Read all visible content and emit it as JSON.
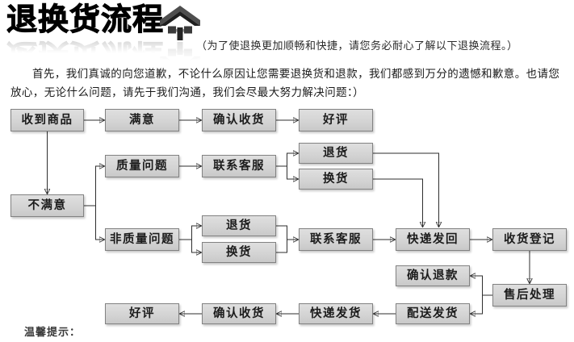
{
  "header": {
    "title": "退换货流程",
    "subtitle": "（为了使退换更加顺畅和快捷，请您务必耐心了解以下退换流程。）"
  },
  "intro": "首先，我们真诚的向您道歉，不论什么原因让您需要退换货和退款，我们都感到万分的遗憾和歉意。也请您放心，无论什么问题，请先于我们沟通，我们会尽最大努力解决问题：）",
  "flowchart": {
    "nodes": {
      "received": {
        "label": "收到商品"
      },
      "satisfied": {
        "label": "满意"
      },
      "confirm_receipt_top": {
        "label": "确认收货"
      },
      "praise_top": {
        "label": "好评"
      },
      "quality_issue": {
        "label": "质量问题"
      },
      "contact_service_1": {
        "label": "联系客服"
      },
      "return_1": {
        "label": "退货"
      },
      "exchange_1": {
        "label": "换货"
      },
      "unsatisfied": {
        "label": "不满意"
      },
      "non_quality_issue": {
        "label": "非质量问题"
      },
      "return_2": {
        "label": "退货"
      },
      "exchange_2": {
        "label": "换货"
      },
      "contact_service_2": {
        "label": "联系客服"
      },
      "express_return": {
        "label": "快递发回"
      },
      "receipt_registration": {
        "label": "收货登记"
      },
      "confirm_refund": {
        "label": "确认退款"
      },
      "after_sales": {
        "label": "售后处理"
      },
      "dispatch_shipping": {
        "label": "配送发货"
      },
      "express_shipping": {
        "label": "快递发货"
      },
      "confirm_receipt_bottom": {
        "label": "确认收货"
      },
      "praise_bottom": {
        "label": "好评"
      }
    },
    "edges": [
      {
        "from": "received",
        "to": "satisfied"
      },
      {
        "from": "satisfied",
        "to": "confirm_receipt_top"
      },
      {
        "from": "confirm_receipt_top",
        "to": "praise_top"
      },
      {
        "from": "received",
        "to": "unsatisfied"
      },
      {
        "from": "unsatisfied",
        "to": "quality_issue"
      },
      {
        "from": "unsatisfied",
        "to": "non_quality_issue"
      },
      {
        "from": "quality_issue",
        "to": "contact_service_1"
      },
      {
        "from": "contact_service_1",
        "to": "return_1"
      },
      {
        "from": "contact_service_1",
        "to": "exchange_1"
      },
      {
        "from": "return_1",
        "to": "express_return"
      },
      {
        "from": "exchange_1",
        "to": "express_return"
      },
      {
        "from": "non_quality_issue",
        "to": "return_2"
      },
      {
        "from": "non_quality_issue",
        "to": "exchange_2"
      },
      {
        "from": "return_2",
        "to": "contact_service_2"
      },
      {
        "from": "exchange_2",
        "to": "contact_service_2"
      },
      {
        "from": "contact_service_2",
        "to": "express_return"
      },
      {
        "from": "express_return",
        "to": "receipt_registration"
      },
      {
        "from": "receipt_registration",
        "to": "after_sales"
      },
      {
        "from": "after_sales",
        "to": "confirm_refund"
      },
      {
        "from": "after_sales",
        "to": "dispatch_shipping"
      },
      {
        "from": "dispatch_shipping",
        "to": "express_shipping"
      },
      {
        "from": "express_shipping",
        "to": "confirm_receipt_bottom"
      },
      {
        "from": "confirm_receipt_bottom",
        "to": "praise_bottom"
      }
    ]
  },
  "footer": {
    "tip": "温馨提示："
  },
  "colors": {
    "box_fill": "#d4d4d4",
    "box_border": "#828282",
    "connector": "#2e2e2e",
    "title": "#000000"
  }
}
